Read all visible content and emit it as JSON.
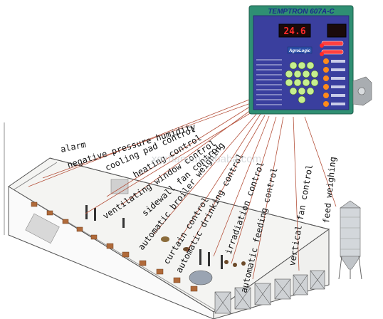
{
  "controller": {
    "model": "TEMPTRON 607A-C",
    "display_value": "24.6",
    "brand": "AgroLogic"
  },
  "watermark": "xgzhan.en.alibaba.com",
  "labels": [
    "alarm",
    "negative pressure humidity",
    "cooling pad control",
    "heating control",
    "ventilating window control",
    "sidewall fan control",
    "automatic broiler weighing",
    "curtain control",
    "automatic drinking control",
    "irradiation control",
    "automatic feeding control",
    "vertical fan control",
    "feed weighing"
  ],
  "colors": {
    "panel": "#2f8f73",
    "panel_face": "#3a3f9e",
    "lcd": "#ff2a2a",
    "wire": "#b5523c",
    "building": "#555555"
  },
  "icons": [
    "controller-panel",
    "feed-silo",
    "exhaust-fan",
    "mounting-bracket"
  ]
}
